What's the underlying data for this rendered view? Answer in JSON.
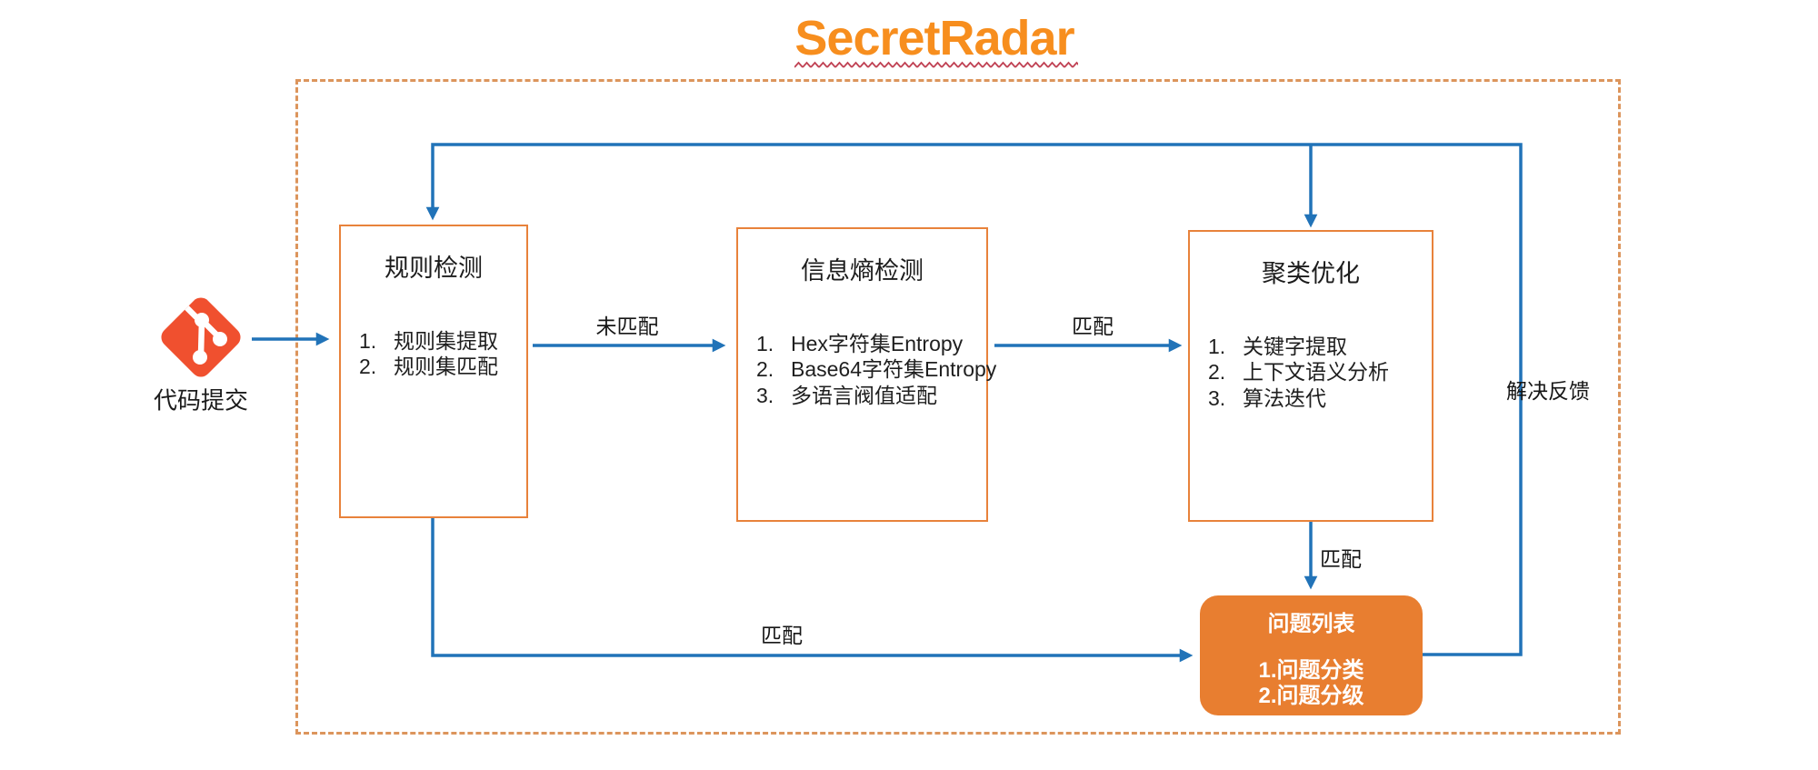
{
  "title": "SecretRadar",
  "source": {
    "label": "代码提交",
    "icon": "git-icon"
  },
  "stages": [
    {
      "title": "规则检测",
      "items": [
        "规则集提取",
        "规则集匹配"
      ]
    },
    {
      "title": "信息熵检测",
      "items": [
        "Hex字符集Entropy",
        "Base64字符集Entropy",
        "多语言阀值适配"
      ]
    },
    {
      "title": "聚类优化",
      "items": [
        "关键字提取",
        "上下文语义分析",
        "算法迭代"
      ]
    }
  ],
  "result": {
    "title": "问题列表",
    "items": [
      "1.问题分类",
      "2.问题分级"
    ]
  },
  "edge_labels": {
    "unmatched": "未匹配",
    "matched_entropy_to_cluster": "匹配",
    "matched_cluster_to_result": "匹配",
    "matched_rule_to_result": "匹配",
    "feedback": "解决反馈"
  },
  "colors": {
    "title_orange": "#F78E1E",
    "box_border_orange": "#E8823B",
    "dashed_frame_orange": "#DC955C",
    "result_fill_orange": "#E87E30",
    "line_blue": "#2173B8",
    "git_red": "#F0502F",
    "underline_red": "#C04153",
    "text_dark": "#1c1c1c",
    "result_text": "#ffffff"
  }
}
